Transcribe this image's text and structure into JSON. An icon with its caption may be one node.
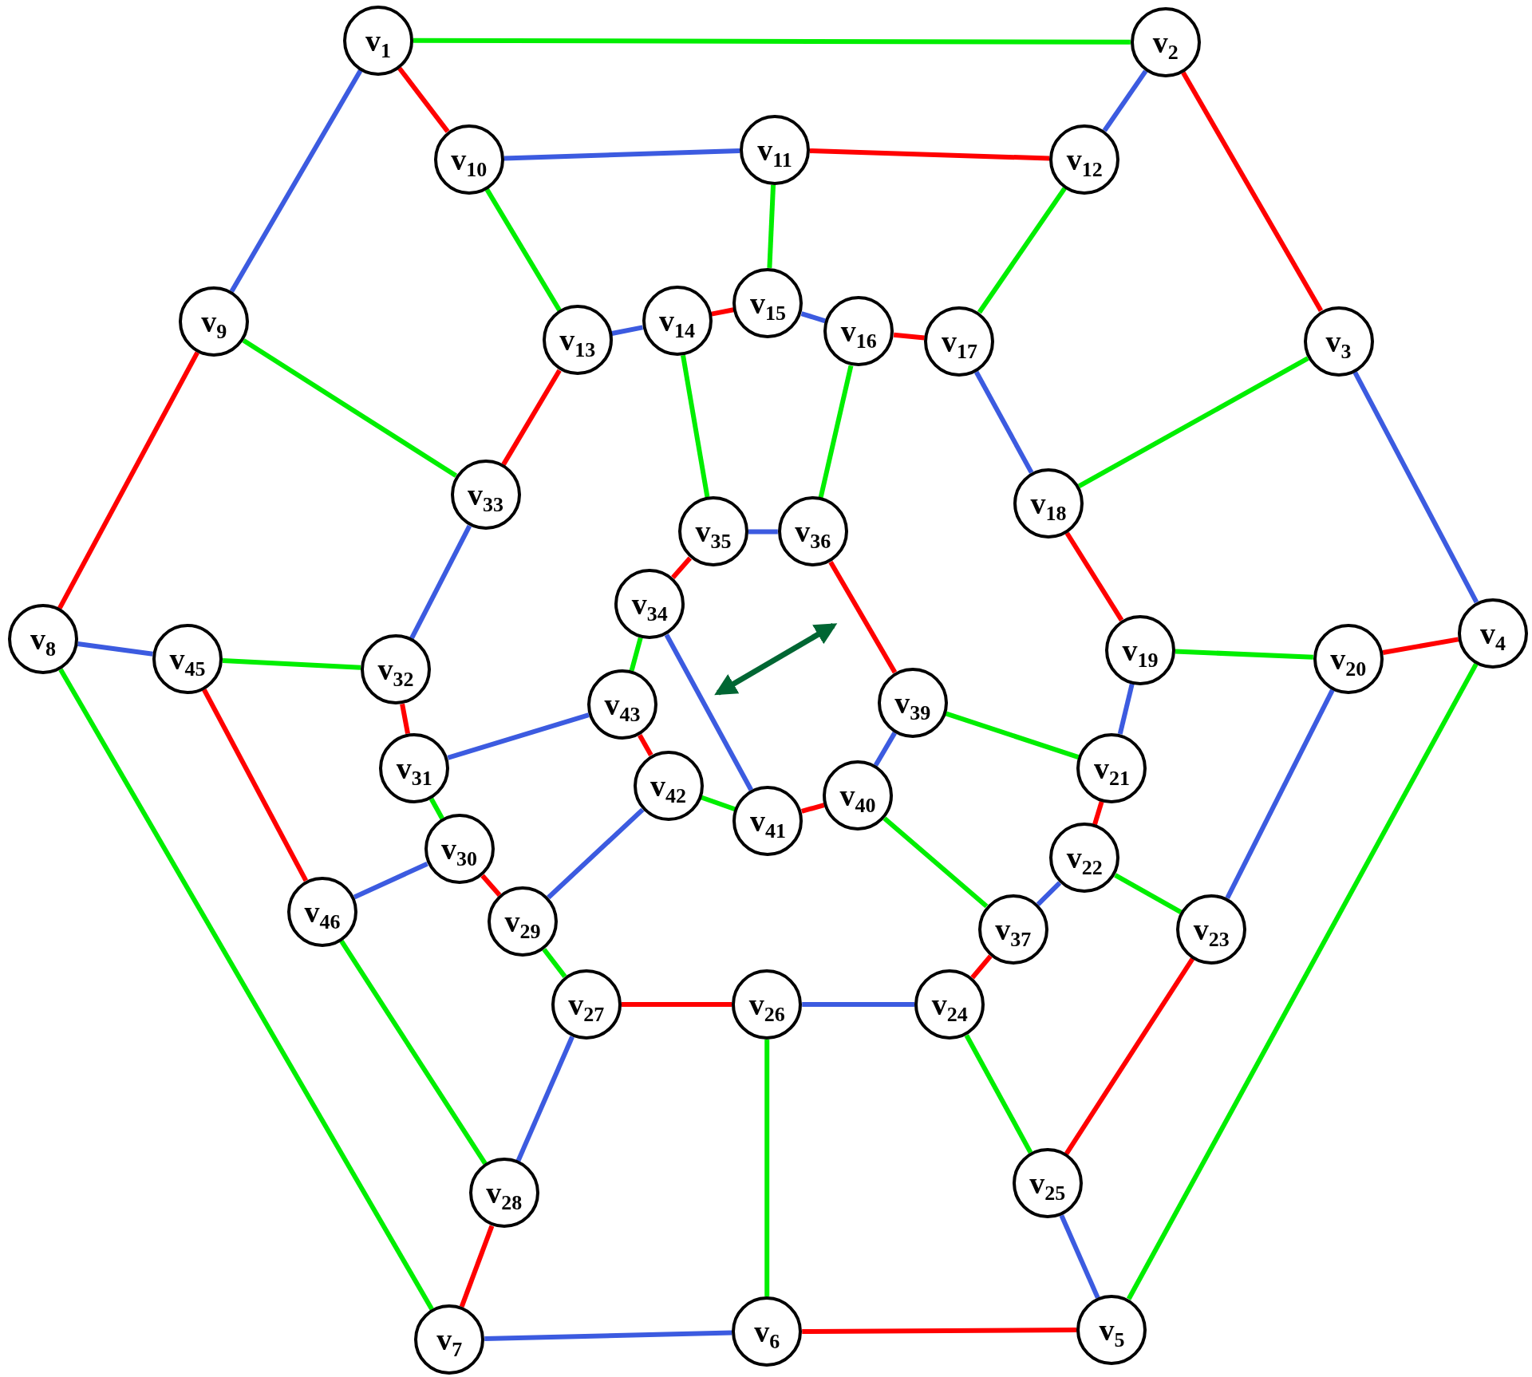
{
  "diagram": {
    "nodes": [
      {
        "text": [
          "v$_{1}$"
        ]
      },
      {
        "text": [
          "v$_{2}$"
        ]
      },
      {
        "text": [
          "v$_{3}$"
        ]
      },
      {
        "text": [
          "v$_{4}$"
        ]
      },
      {
        "text": [
          "v$_{5}$"
        ]
      },
      {
        "text": [
          "v$_{6}$"
        ]
      },
      {
        "text": [
          "v$_{7}$"
        ]
      },
      {
        "text": [
          "v$_{8}$"
        ]
      },
      {
        "text": [
          "v$_{9}$"
        ]
      },
      {
        "text": [
          "v$_{10}$"
        ]
      },
      {
        "text": [
          "v$_{11}$"
        ]
      },
      {
        "text": [
          "v$_{12}$"
        ]
      },
      {
        "text": [
          "v$_{13}$"
        ]
      },
      {
        "text": [
          "v$_{14}$"
        ]
      },
      {
        "text": [
          "v$_{15}$"
        ]
      },
      {
        "text": [
          "v$_{16}$"
        ]
      },
      {
        "text": [
          "v$_{17}$"
        ]
      },
      {
        "text": [
          "v$_{18}$"
        ]
      },
      {
        "text": [
          "v$_{19}$"
        ]
      },
      {
        "text": [
          "v$_{20}$"
        ]
      },
      {
        "text": [
          "v$_{21}$"
        ]
      },
      {
        "text": [
          "v$_{22}$"
        ]
      },
      {
        "text": [
          "v$_{23}$"
        ]
      },
      {
        "text": [
          "v$_{24}$"
        ]
      },
      {
        "text": [
          "v$_{25}$"
        ]
      },
      {
        "text": [
          "v$_{26}$"
        ]
      },
      {
        "text": [
          "v$_{27}$"
        ]
      },
      {
        "text": [
          "v$_{28}$"
        ]
      },
      {
        "text": [
          "v$_{29}$"
        ]
      },
      {
        "text": [
          "v$_{30}$"
        ]
      },
      {
        "text": [
          "v$_{31}$"
        ]
      },
      {
        "text": [
          "v$_{32}$"
        ]
      },
      {
        "text": [
          "v$_{33}$"
        ]
      },
      {
        "text": [
          "v$_{34}$"
        ]
      },
      {
        "text": [
          "v$_{35}$"
        ]
      },
      {
        "text": [
          "v$_{36}$"
        ]
      },
      {
        "text": [
          "v$_{37}$"
        ]
      },
      {
        "text": [
          "v$_{39}$"
        ]
      },
      {
        "text": [
          "v$_{40}$"
        ]
      },
      {
        "text": [
          "v$_{41}$"
        ]
      },
      {
        "text": [
          "v$_{42}$"
        ]
      },
      {
        "text": [
          "v$_{43}$"
        ]
      },
      {
        "text": [
          "v$_{45}$"
        ]
      },
      {
        "text": [
          "v$_{46}$"
        ]
      }
    ],
    "edges": [
      {
        "from": 0,
        "to": 1,
        "arrow": "none",
        "color": "#00ee00"
      },
      {
        "from": 0,
        "to": 9,
        "arrow": "none",
        "color": "#ff0000"
      },
      {
        "from": 0,
        "to": 8,
        "arrow": "none",
        "color": "#3c5be0"
      },
      {
        "from": 1,
        "to": 11,
        "arrow": "none",
        "color": "#3c5be0"
      },
      {
        "from": 1,
        "to": 2,
        "arrow": "none",
        "color": "#ff0000"
      },
      {
        "from": 2,
        "to": 17,
        "arrow": "none",
        "color": "#00ee00"
      },
      {
        "from": 2,
        "to": 3,
        "arrow": "none",
        "color": "#3c5be0"
      },
      {
        "from": 3,
        "to": 19,
        "arrow": "none",
        "color": "#ff0000"
      },
      {
        "from": 3,
        "to": 4,
        "arrow": "none",
        "color": "#00ee00"
      },
      {
        "from": 4,
        "to": 24,
        "arrow": "none",
        "color": "#3c5be0"
      },
      {
        "from": 4,
        "to": 5,
        "arrow": "none",
        "color": "#ff0000"
      },
      {
        "from": 5,
        "to": 25,
        "arrow": "none",
        "color": "#00ee00"
      },
      {
        "from": 5,
        "to": 6,
        "arrow": "none",
        "color": "#3c5be0"
      },
      {
        "from": 6,
        "to": 27,
        "arrow": "none",
        "color": "#ff0000"
      },
      {
        "from": 6,
        "to": 7,
        "arrow": "none",
        "color": "#00ee00"
      },
      {
        "from": 7,
        "to": 8,
        "arrow": "none",
        "color": "#ff0000"
      },
      {
        "from": 7,
        "to": 42,
        "arrow": "none",
        "color": "#3c5be0"
      },
      {
        "from": 8,
        "to": 32,
        "arrow": "none",
        "color": "#00ee00"
      },
      {
        "from": 9,
        "to": 10,
        "arrow": "none",
        "color": "#3c5be0"
      },
      {
        "from": 9,
        "to": 12,
        "arrow": "none",
        "color": "#00ee00"
      },
      {
        "from": 10,
        "to": 11,
        "arrow": "none",
        "color": "#ff0000"
      },
      {
        "from": 10,
        "to": 14,
        "arrow": "none",
        "color": "#00ee00"
      },
      {
        "from": 11,
        "to": 16,
        "arrow": "none",
        "color": "#00ee00"
      },
      {
        "from": 12,
        "to": 13,
        "arrow": "none",
        "color": "#3c5be0"
      },
      {
        "from": 12,
        "to": 32,
        "arrow": "none",
        "color": "#ff0000"
      },
      {
        "from": 13,
        "to": 14,
        "arrow": "none",
        "color": "#ff0000"
      },
      {
        "from": 13,
        "to": 34,
        "arrow": "none",
        "color": "#00ee00"
      },
      {
        "from": 14,
        "to": 15,
        "arrow": "none",
        "color": "#3c5be0"
      },
      {
        "from": 15,
        "to": 16,
        "arrow": "none",
        "color": "#ff0000"
      },
      {
        "from": 15,
        "to": 35,
        "arrow": "none",
        "color": "#00ee00"
      },
      {
        "from": 16,
        "to": 17,
        "arrow": "none",
        "color": "#3c5be0"
      },
      {
        "from": 17,
        "to": 18,
        "arrow": "none",
        "color": "#ff0000"
      },
      {
        "from": 18,
        "to": 19,
        "arrow": "none",
        "color": "#00ee00"
      },
      {
        "from": 18,
        "to": 20,
        "arrow": "none",
        "color": "#3c5be0"
      },
      {
        "from": 19,
        "to": 22,
        "arrow": "none",
        "color": "#3c5be0"
      },
      {
        "from": 20,
        "to": 37,
        "arrow": "none",
        "color": "#00ee00"
      },
      {
        "from": 20,
        "to": 21,
        "arrow": "none",
        "color": "#ff0000"
      },
      {
        "from": 21,
        "to": 22,
        "arrow": "none",
        "color": "#00ee00"
      },
      {
        "from": 21,
        "to": 36,
        "arrow": "none",
        "color": "#3c5be0"
      },
      {
        "from": 22,
        "to": 24,
        "arrow": "none",
        "color": "#ff0000"
      },
      {
        "from": 23,
        "to": 36,
        "arrow": "none",
        "color": "#ff0000"
      },
      {
        "from": 23,
        "to": 25,
        "arrow": "none",
        "color": "#3c5be0"
      },
      {
        "from": 23,
        "to": 24,
        "arrow": "none",
        "color": "#00ee00"
      },
      {
        "from": 25,
        "to": 26,
        "arrow": "none",
        "color": "#ff0000"
      },
      {
        "from": 26,
        "to": 27,
        "arrow": "none",
        "color": "#3c5be0"
      },
      {
        "from": 26,
        "to": 28,
        "arrow": "none",
        "color": "#00ee00"
      },
      {
        "from": 28,
        "to": 29,
        "arrow": "none",
        "color": "#ff0000"
      },
      {
        "from": 28,
        "to": 40,
        "arrow": "none",
        "color": "#3c5be0"
      },
      {
        "from": 29,
        "to": 30,
        "arrow": "none",
        "color": "#00ee00"
      },
      {
        "from": 29,
        "to": 43,
        "arrow": "none",
        "color": "#3c5be0"
      },
      {
        "from": 30,
        "to": 31,
        "arrow": "none",
        "color": "#ff0000"
      },
      {
        "from": 30,
        "to": 41,
        "arrow": "none",
        "color": "#3c5be0"
      },
      {
        "from": 31,
        "to": 32,
        "arrow": "none",
        "color": "#3c5be0"
      },
      {
        "from": 31,
        "to": 42,
        "arrow": "none",
        "color": "#00ee00"
      },
      {
        "from": 33,
        "to": 34,
        "arrow": "none",
        "color": "#ff0000"
      },
      {
        "from": 33,
        "to": 41,
        "arrow": "none",
        "color": "#00ee00"
      },
      {
        "from": 33,
        "to": 39,
        "arrow": "none",
        "color": "#3c5be0"
      },
      {
        "from": 34,
        "to": 35,
        "arrow": "none",
        "color": "#3c5be0"
      },
      {
        "from": 35,
        "to": 37,
        "arrow": "none",
        "color": "#ff0000"
      },
      {
        "from": 37,
        "to": 38,
        "arrow": "none",
        "color": "#3c5be0"
      },
      {
        "from": 38,
        "to": 39,
        "arrow": "none",
        "color": "#ff0000"
      },
      {
        "from": 38,
        "to": 36,
        "arrow": "none",
        "color": "#00ee00"
      },
      {
        "from": 39,
        "to": 40,
        "arrow": "none",
        "color": "#00ee00"
      },
      {
        "from": 40,
        "to": 41,
        "arrow": "none",
        "color": "#ff0000"
      },
      {
        "from": 42,
        "to": 43,
        "arrow": "none",
        "color": "#ff0000"
      },
      {
        "from": 43,
        "to": 27,
        "arrow": "none",
        "color": "#00ee00"
      }
    ]
  }
}
